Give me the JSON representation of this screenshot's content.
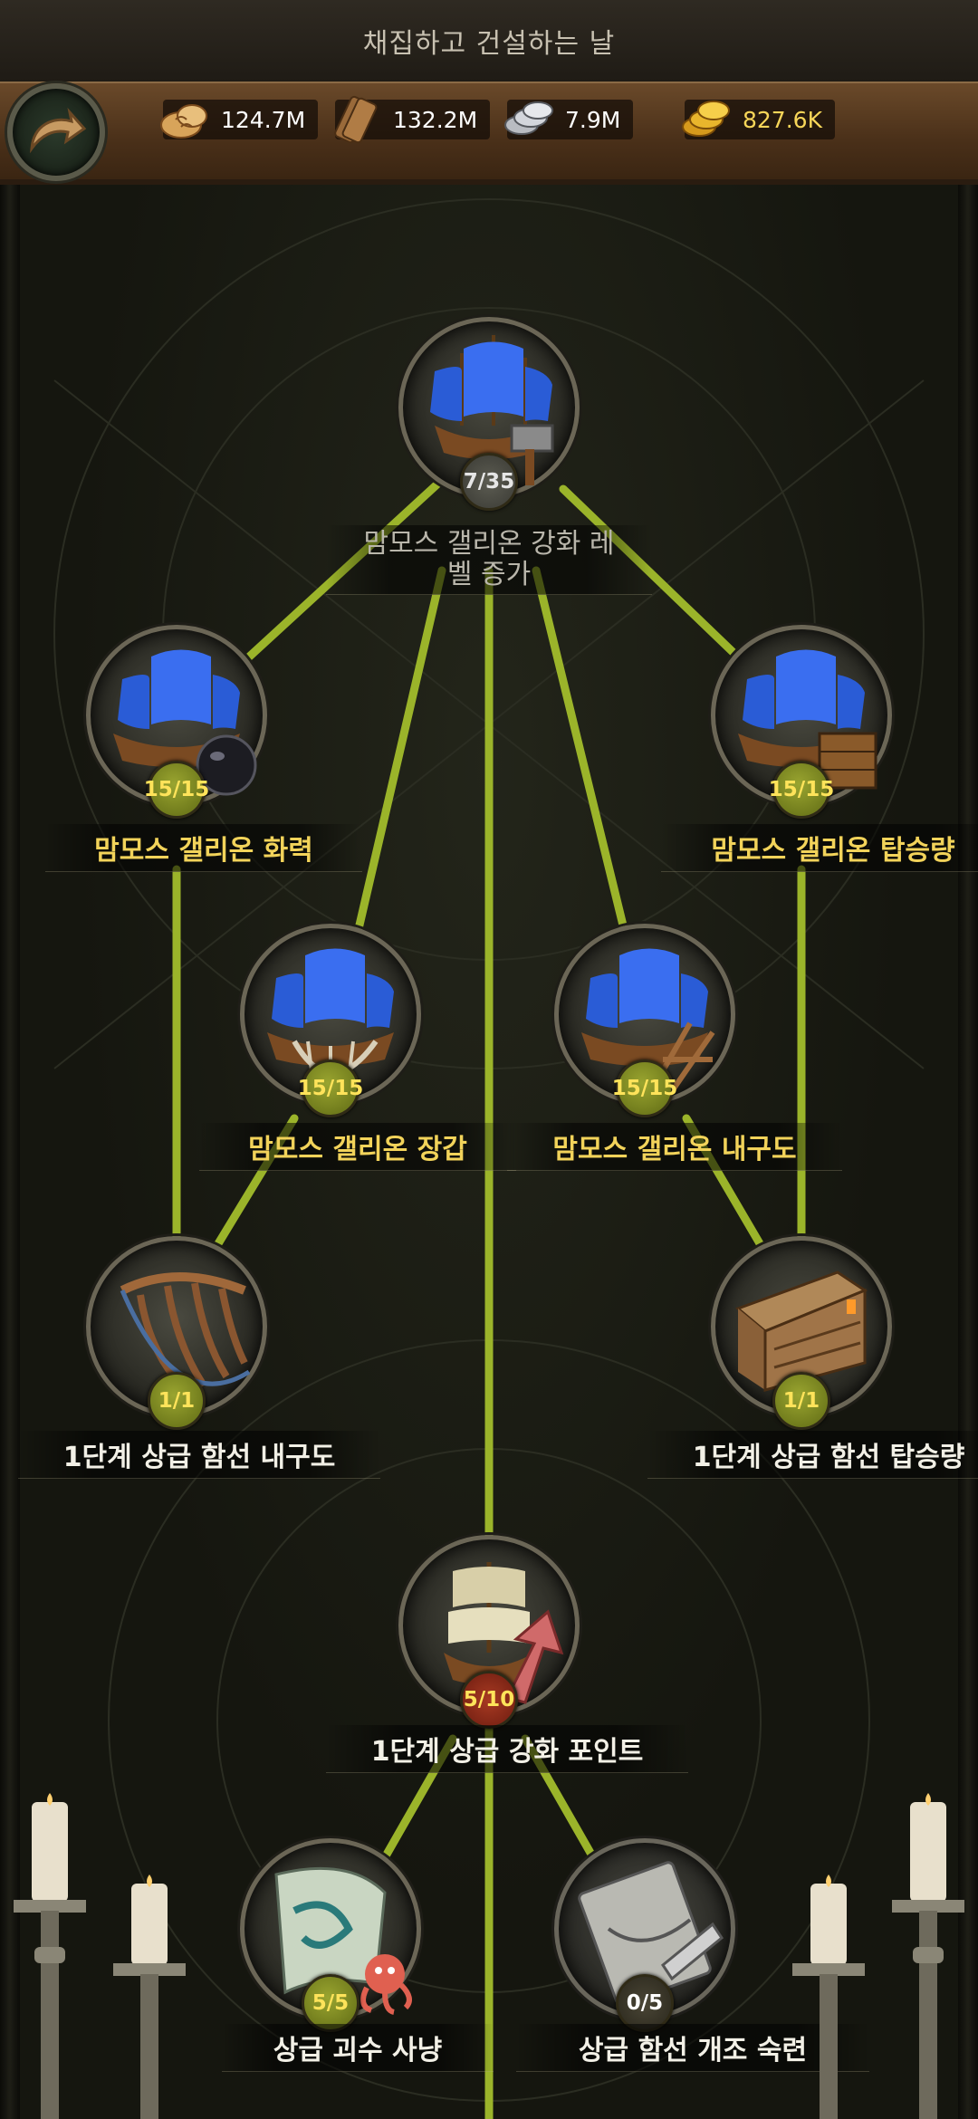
{
  "title": "채집하고 건설하는 날",
  "resources": [
    {
      "name": "food",
      "icon": "bread-icon",
      "value": "124.7M"
    },
    {
      "name": "wood",
      "icon": "log-icon",
      "value": "132.2M"
    },
    {
      "name": "silver",
      "icon": "silver-coin-icon",
      "value": "7.9M"
    },
    {
      "name": "gold",
      "icon": "gold-coin-icon",
      "value": "827.6K"
    }
  ],
  "nodes": {
    "root": {
      "label": "맘모스 갤리온 강화 레벨 증가",
      "progress": "7/35"
    },
    "firepower": {
      "label": "맘모스 갤리온 화력",
      "progress": "15/15"
    },
    "capacity": {
      "label": "맘모스 갤리온 탑승량",
      "progress": "15/15"
    },
    "armor": {
      "label": "맘모스 갤리온 장갑",
      "progress": "15/15"
    },
    "durability": {
      "label": "맘모스 갤리온 내구도",
      "progress": "15/15"
    },
    "t1_durability": {
      "label": "1단계 상급 함선 내구도",
      "progress": "1/1"
    },
    "t1_capacity": {
      "label": "1단계 상급 함선 탑승량",
      "progress": "1/1"
    },
    "t1_points": {
      "label": "1단계 상급 강화 포인트",
      "progress": "5/10"
    },
    "monster_hunt": {
      "label": "상급 괴수 사냥",
      "progress": "5/5"
    },
    "refit": {
      "label": "상급 함선 개조 숙련",
      "progress": "0/5"
    }
  },
  "colors": {
    "link": "#9bb42a",
    "label_gold": "#f2d35a",
    "badge_green": "#7f8a1e"
  }
}
